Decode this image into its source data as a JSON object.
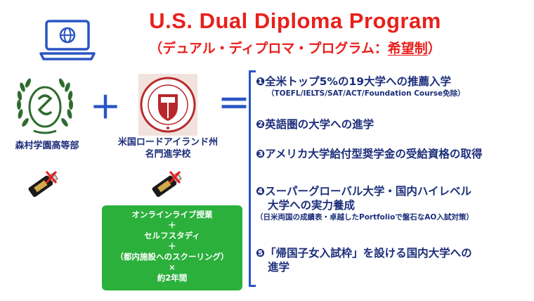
{
  "header": {
    "title": "U.S. Dual Diploma Program",
    "subtitle_main": "（デュアル・ディプロマ・プログラム：",
    "subtitle_emphasis": "希望制",
    "subtitle_close": "）"
  },
  "icons": {
    "laptop": "laptop-globe-icon",
    "school1_emblem": "laurel-emblem-icon",
    "school2_crest": "crest-seal-icon",
    "usb": "usb-drive-icon"
  },
  "colors": {
    "title_red": "#e8201c",
    "navy": "#1c2e7a",
    "blue": "#2a55c4",
    "green": "#2bb03c",
    "crest_red": "#b8282b"
  },
  "schools": {
    "school1": "森村学園高等部",
    "school2_line1": "米国ロードアイランド州",
    "school2_line2": "名門進学校"
  },
  "operators": {
    "plus": "＋",
    "equals": "＝"
  },
  "green_box": {
    "lines": [
      "オンラインライブ授業",
      "＋",
      "セルフスタディ",
      "＋",
      "（都内施設へのスクーリング）",
      "×",
      "約2年間"
    ]
  },
  "benefits": [
    {
      "mark": "❶",
      "text": "全米トップ5%の19大学への推薦入学",
      "note": "（TOEFL/IELTS/SAT/ACT/Foundation Course免除）"
    },
    {
      "mark": "❷",
      "text": "英語圏の大学への進学"
    },
    {
      "mark": "❸",
      "text": "アメリカ大学給付型奨学金の受給資格の取得"
    },
    {
      "mark": "❹",
      "text": "スーパーグローバル大学・国内ハイレベル",
      "cont": "大学への実力養成",
      "note": "（日米両国の成績表・卓越したPortfolioで盤石なAO入試対策）"
    },
    {
      "mark": "❺",
      "text": "「帰国子女入試枠」を設ける国内大学への",
      "cont": "進学"
    }
  ]
}
